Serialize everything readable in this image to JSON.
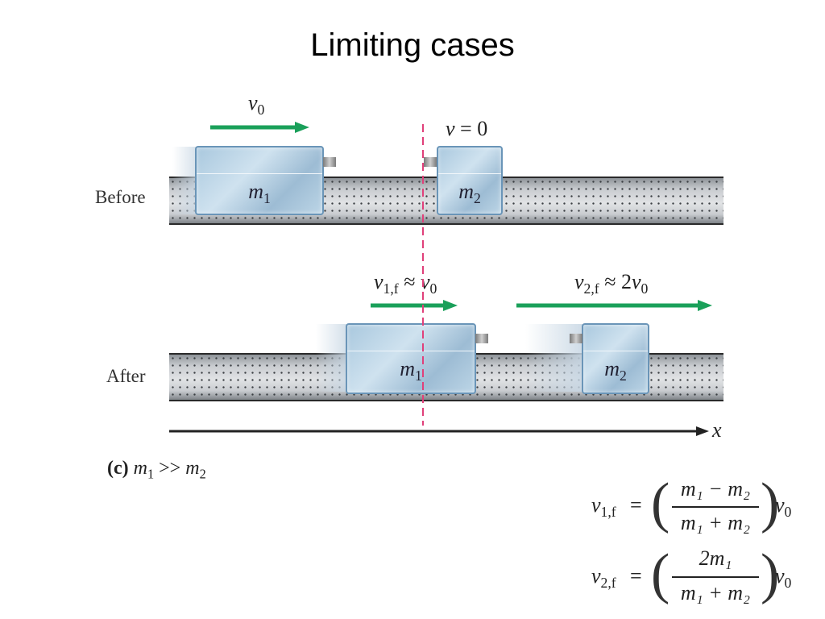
{
  "title": "Limiting cases",
  "labels": {
    "before": "Before",
    "after": "After",
    "axis_x": "x",
    "case_prefix": "(c)",
    "case_m1": "m",
    "case_m1_sub": "1",
    "case_op": " >> ",
    "case_m2": "m",
    "case_m2_sub": "2"
  },
  "before": {
    "v0_main": "v",
    "v0_sub": "0",
    "m1_main": "m",
    "m1_sub": "1",
    "m2_main": "m",
    "m2_sub": "2",
    "v_zero_main": "v",
    "v_zero_rest": " = 0"
  },
  "after": {
    "v1_main": "v",
    "v1_sub": "1,f",
    "v1_rel": " ≈ ",
    "v1_rhs_main": "v",
    "v1_rhs_sub": "0",
    "v2_main": "v",
    "v2_sub": "2,f",
    "v2_rel": " ≈ 2",
    "v2_rhs_main": "v",
    "v2_rhs_sub": "0",
    "m1_main": "m",
    "m1_sub": "1",
    "m2_main": "m",
    "m2_sub": "2"
  },
  "equations": {
    "eq1_lhs_main": "v",
    "eq1_lhs_sub": "1,f",
    "eq1_num": "m₁ − m₂",
    "eq1_den": "m₁ + m₂",
    "eq1_tail_main": "v",
    "eq1_tail_sub": "0",
    "eq2_lhs_main": "v",
    "eq2_lhs_sub": "2,f",
    "eq2_num": "2m₁",
    "eq2_den": "m₁ + m₂",
    "eq2_tail_main": "v",
    "eq2_tail_sub": "0",
    "equals": "="
  },
  "colors": {
    "arrow_green": "#1aa05a",
    "dashed_magenta": "#e0407a",
    "axis": "#222222"
  }
}
